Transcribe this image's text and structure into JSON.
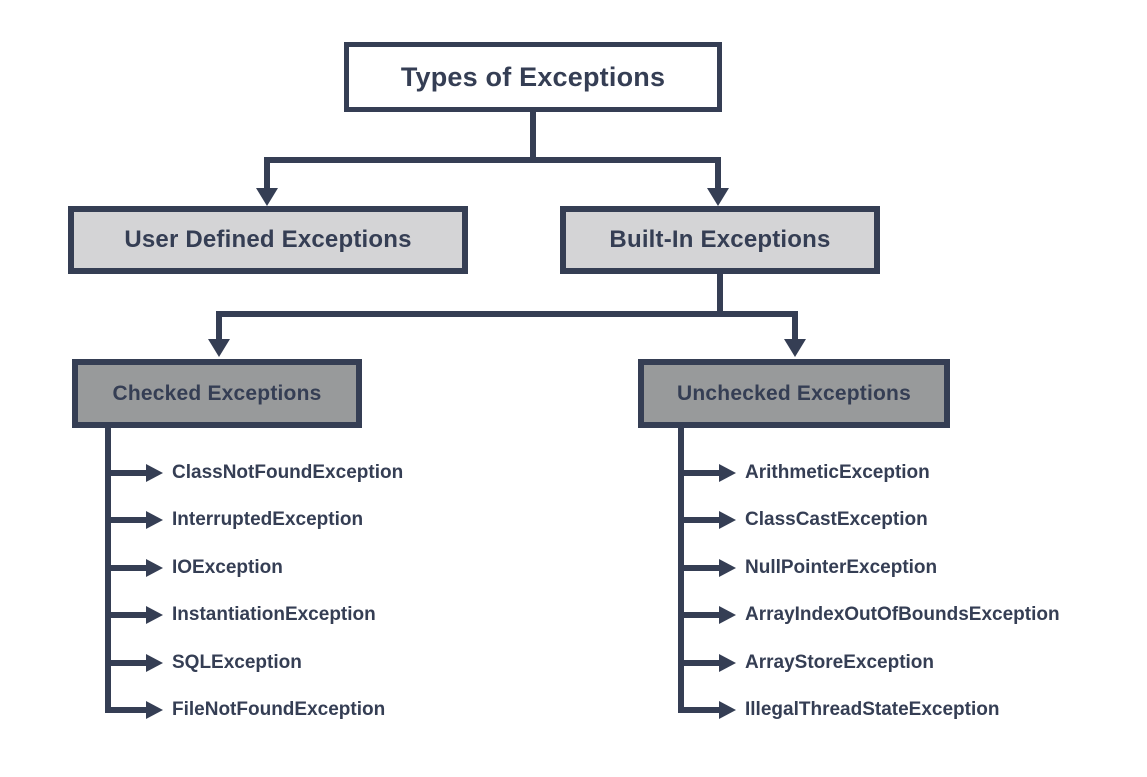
{
  "title": "Types of Exceptions diagram",
  "colors": {
    "ink": "#353E54",
    "root_fill": "#FFFFFF",
    "level2_fill": "#D4D4D6",
    "level3_fill": "#989A9B",
    "background": "#FFFFFF"
  },
  "diagram": {
    "root": {
      "label": "Types of Exceptions"
    },
    "level2": [
      {
        "label": "User Defined Exceptions"
      },
      {
        "label": "Built-In Exceptions"
      }
    ],
    "level3": [
      {
        "label": "Checked Exceptions",
        "parent": "Built-In Exceptions",
        "children": [
          "ClassNotFoundException",
          "InterruptedException",
          "IOException",
          "InstantiationException",
          "SQLException",
          "FileNotFoundException"
        ]
      },
      {
        "label": "Unchecked Exceptions",
        "parent": "Built-In Exceptions",
        "children": [
          "ArithmeticException",
          "ClassCastException",
          "NullPointerException",
          "ArrayIndexOutOfBoundsException",
          "ArrayStoreException",
          "IllegalThreadStateException"
        ]
      }
    ]
  }
}
